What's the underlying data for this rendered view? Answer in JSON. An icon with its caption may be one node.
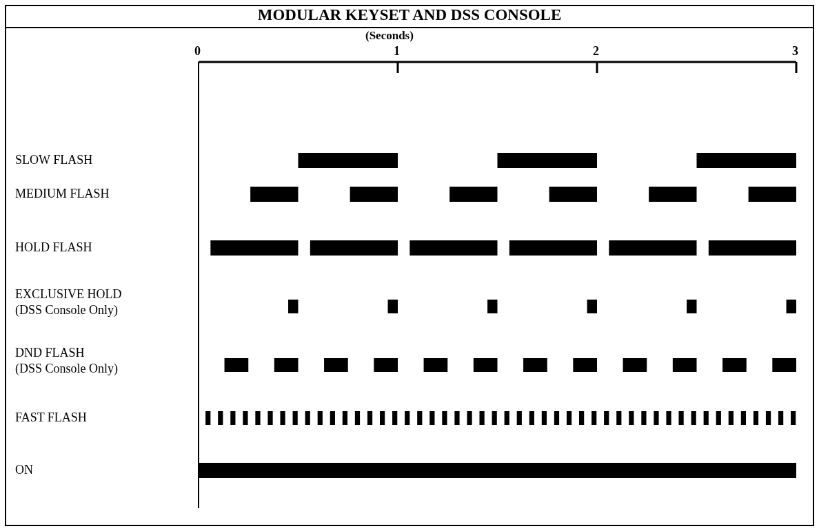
{
  "diagram": {
    "title": "MODULAR KEYSET AND DSS CONSOLE",
    "labels": [
      "(Seconds)",
      "0",
      "1",
      "2",
      "3",
      "SLOW FLASH",
      "MEDIUM FLASH",
      "HOLD FLASH",
      "EXCLUSIVE HOLD",
      "(DSS Console Only)",
      "DND FLASH",
      "(DSS Console Only)",
      "FAST FLASH",
      "ON"
    ]
  }
}
